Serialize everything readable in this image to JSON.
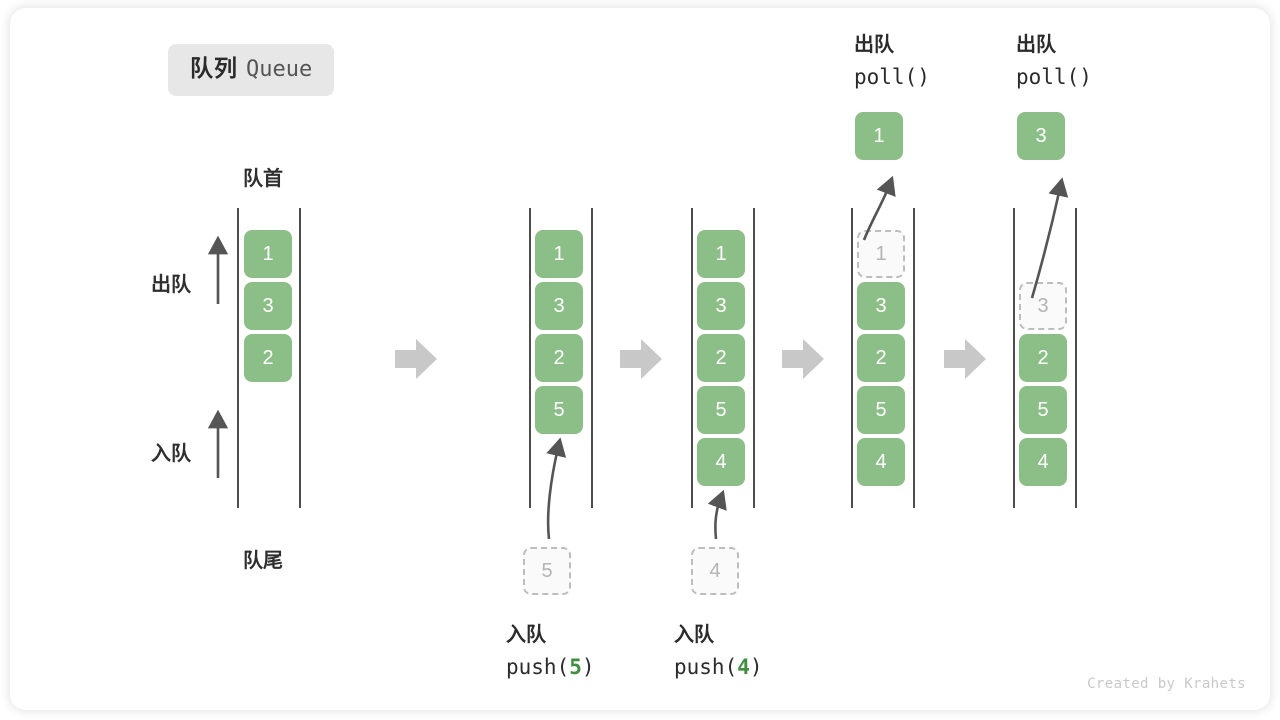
{
  "title": {
    "zh": "队列",
    "en": "Queue"
  },
  "watermark": "Created by Krahets",
  "labels": {
    "front": "队首",
    "rear": "队尾",
    "dequeue_arrow": "出队",
    "enqueue_arrow": "入队"
  },
  "colors": {
    "cell_fill": "#8cbf87",
    "cell_text": "#ffffff",
    "ghost_fill": "#fafafa",
    "ghost_border": "#bdbdbd",
    "ghost_text": "#b4b4b4",
    "rail": "#4d4d4d",
    "arrow": "#555555",
    "step_arrow": "#c8c8c8",
    "badge_bg": "#e7e7e7",
    "code_accent": "#3f8f3f",
    "watermark": "#c9c9c9"
  },
  "operations": [
    {
      "zh": "入队",
      "code_prefix": "push(",
      "code_value": "5",
      "code_suffix": ")",
      "ghost_value": "5"
    },
    {
      "zh": "入队",
      "code_prefix": "push(",
      "code_value": "4",
      "code_suffix": ")",
      "ghost_value": "4"
    },
    {
      "zh": "出队",
      "code_prefix": "poll(",
      "code_value": "",
      "code_suffix": ")",
      "popped_value": "1"
    },
    {
      "zh": "出队",
      "code_prefix": "poll(",
      "code_value": "",
      "code_suffix": ")",
      "popped_value": "3"
    }
  ],
  "stages": [
    {
      "name": "initial",
      "cells": [
        "1",
        "3",
        "2"
      ]
    },
    {
      "name": "after-push-5",
      "cells": [
        "1",
        "3",
        "2",
        "5"
      ]
    },
    {
      "name": "after-push-4",
      "cells": [
        "1",
        "3",
        "2",
        "5",
        "4"
      ]
    },
    {
      "name": "poll-1",
      "cells": [
        "1",
        "3",
        "2",
        "5",
        "4"
      ],
      "ghost_index": 0
    },
    {
      "name": "poll-3",
      "cells": [
        "",
        "3",
        "2",
        "5",
        "4"
      ],
      "ghost_index": 1
    }
  ],
  "step_arrows": 4
}
